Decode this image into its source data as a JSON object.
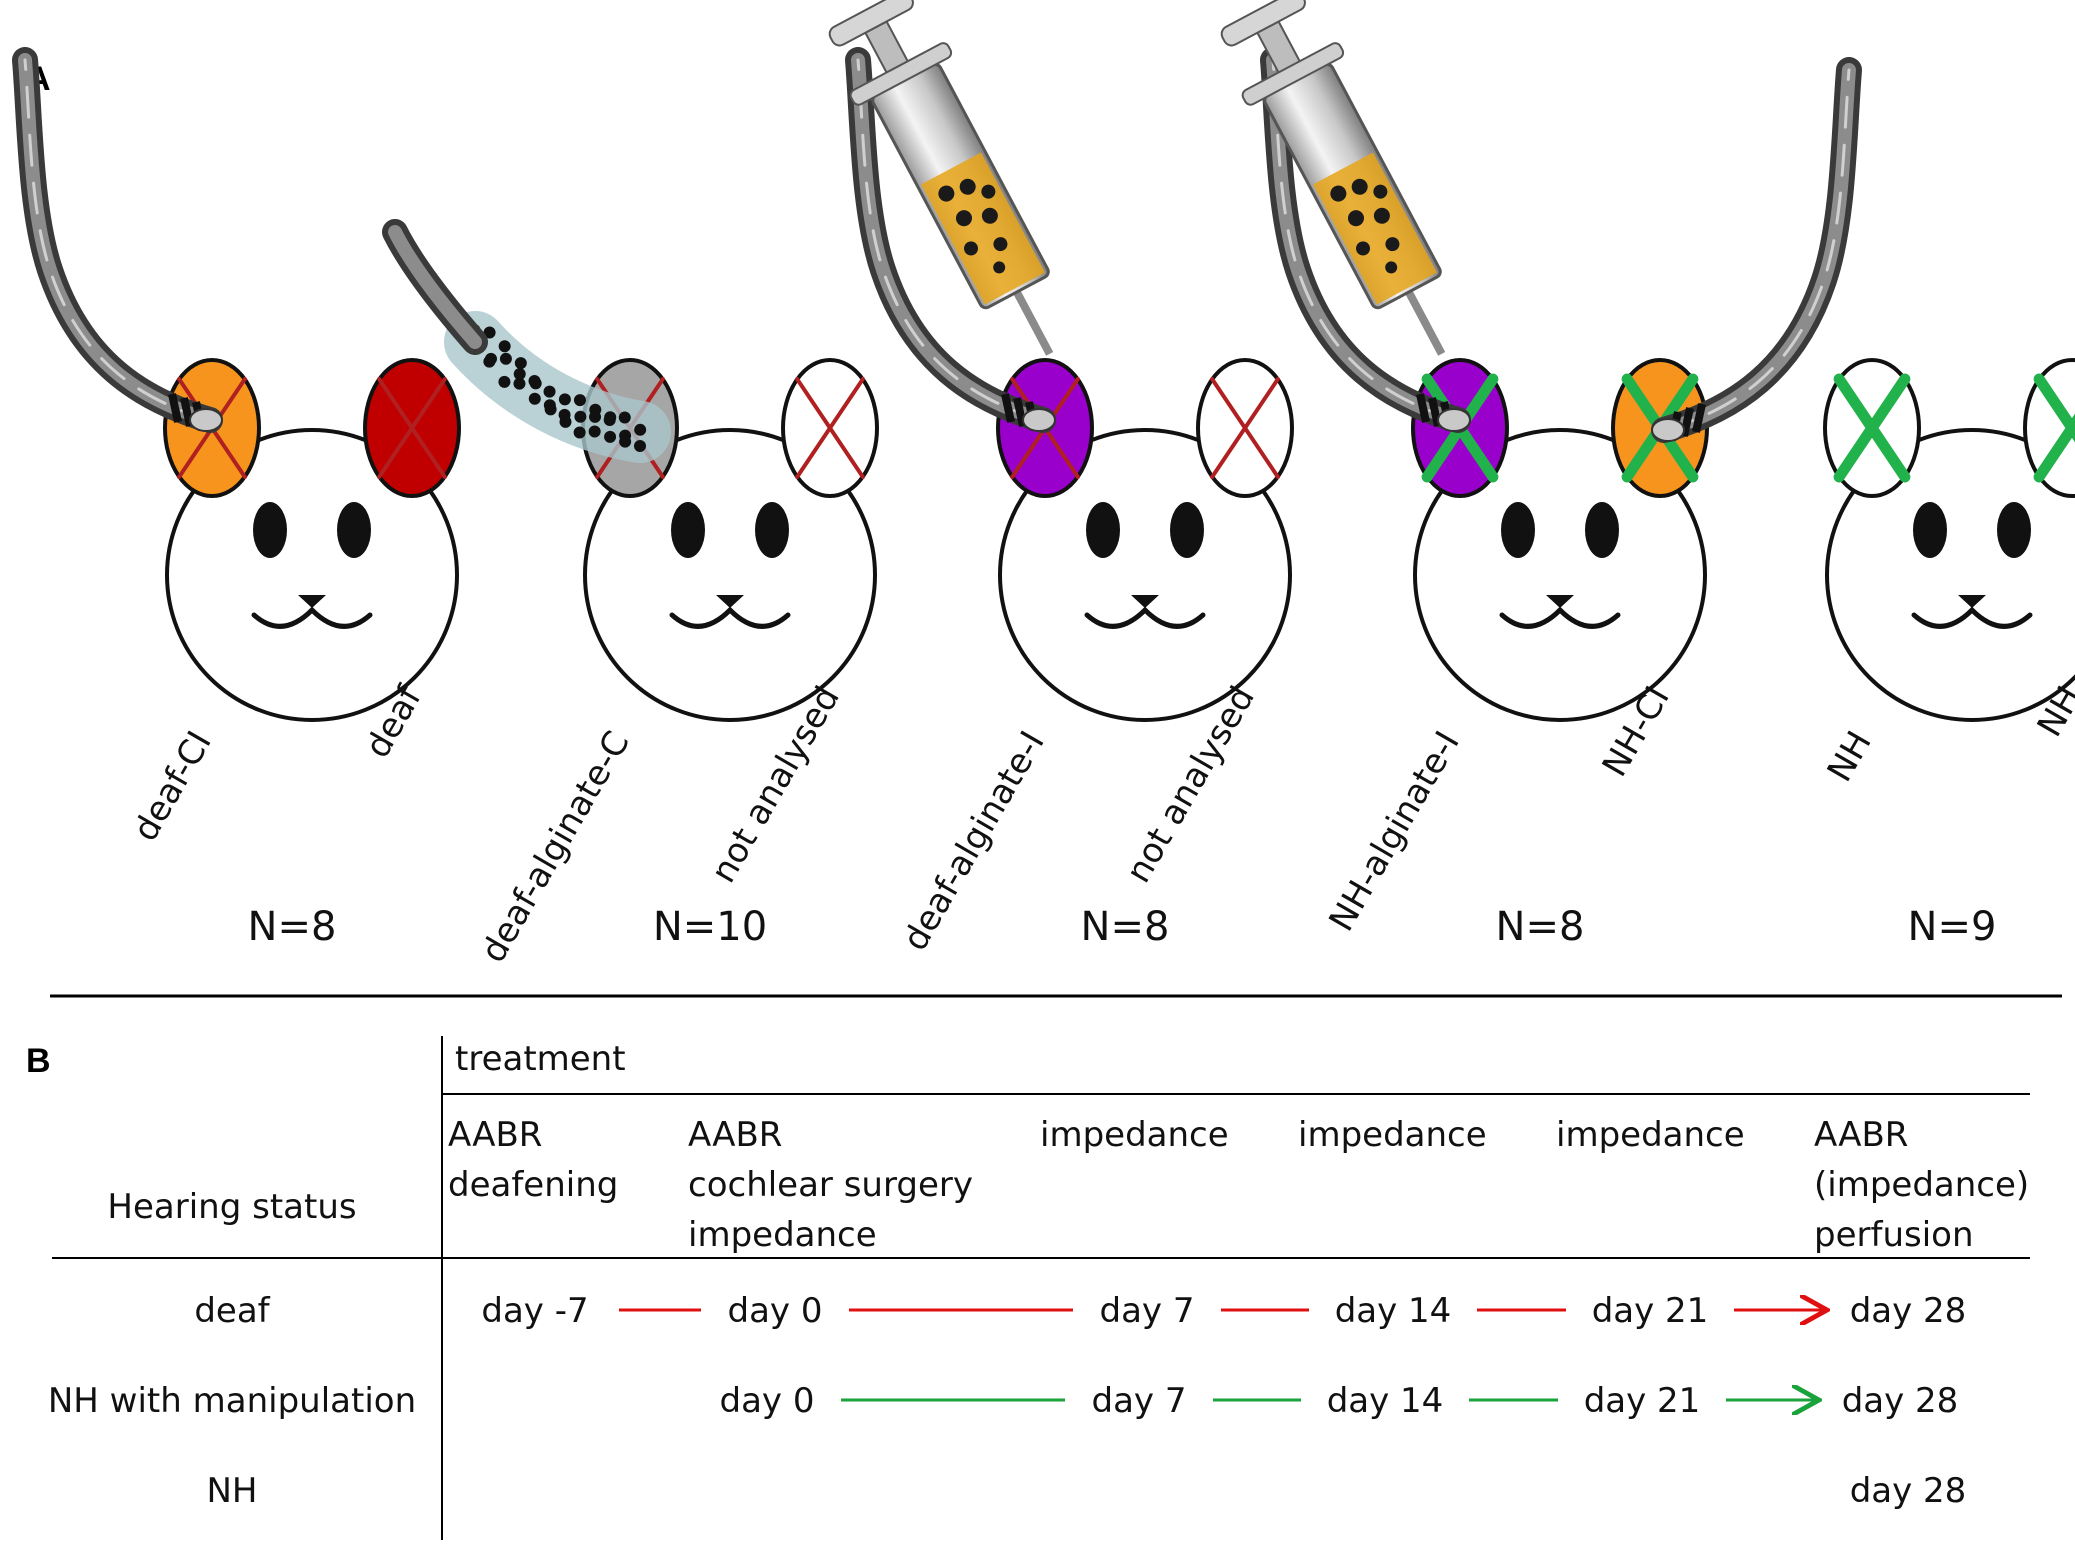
{
  "panel_a": {
    "letter": "A",
    "colors": {
      "orange": "#f7941d",
      "red": "#c00000",
      "grey": "#a6a6a6",
      "purple": "#9a00cc",
      "white": "#ffffff",
      "cross_red": "#b02020",
      "cross_green": "#22b24c",
      "electrode": "#555555",
      "alginate": "#a9c6cc"
    },
    "mice": [
      {
        "left_label": "deaf-CI",
        "right_label": "deaf",
        "n": "N=8"
      },
      {
        "left_label": "deaf-alginate-C",
        "right_label": "not analysed",
        "n": "N=10"
      },
      {
        "left_label": "deaf-alginate-I",
        "right_label": "not analysed",
        "n": "N=8"
      },
      {
        "left_label": "NH-alginate-I",
        "right_label": "NH-CI",
        "n": "N=8"
      },
      {
        "left_label": "NH",
        "right_label": "NH",
        "n": "N=9"
      }
    ]
  },
  "panel_b": {
    "letter": "B",
    "treatment_header": "treatment",
    "hearing_status_header": "Hearing status",
    "columns": [
      [
        "AABR",
        "deafening"
      ],
      [
        "AABR",
        "cochlear surgery",
        "impedance"
      ],
      [
        "impedance"
      ],
      [
        "impedance"
      ],
      [
        "impedance"
      ],
      [
        "AABR",
        "(impedance)",
        "perfusion"
      ]
    ],
    "rows": [
      {
        "status": "deaf",
        "days": [
          "day -7",
          "day 0",
          "day 7",
          "day 14",
          "day 21",
          "day 28"
        ],
        "line_color": "#e01010"
      },
      {
        "status": "NH with manipulation",
        "days": [
          "day 0",
          "day 7",
          "day 14",
          "day 21",
          "day 28"
        ],
        "line_color": "#19a33a"
      },
      {
        "status": "NH",
        "days": [
          "day 28"
        ]
      }
    ]
  }
}
